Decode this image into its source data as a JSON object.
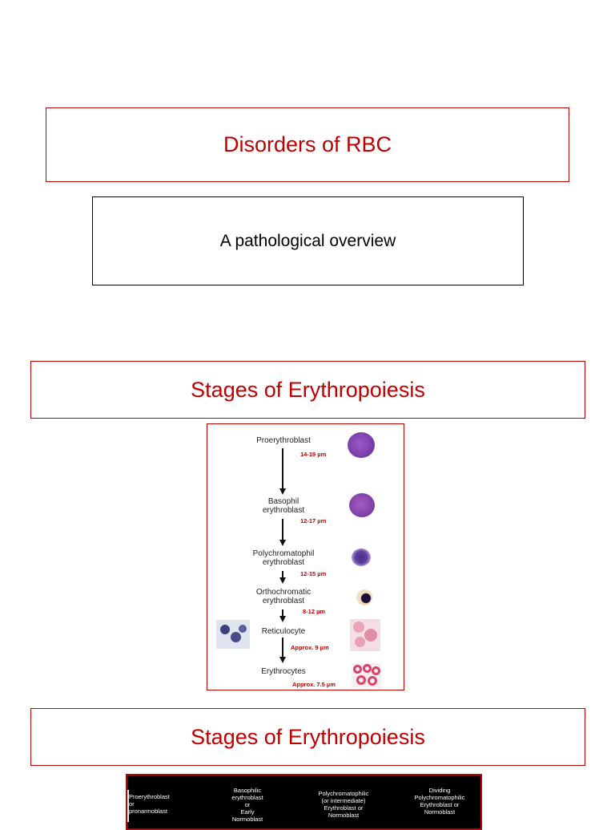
{
  "slide1": {
    "title": "Disorders of RBC",
    "subtitle": "A pathological overview"
  },
  "slide2": {
    "title": "Stages of Erythropoiesis",
    "stages": [
      {
        "name_line1": "Proerythroblast",
        "name_line2": "",
        "size": "14-19 µm"
      },
      {
        "name_line1": "Basophil",
        "name_line2": "erythroblast",
        "size": "12-17 µm"
      },
      {
        "name_line1": "Polychromatophil",
        "name_line2": "erythroblast",
        "size": "12-15 µm"
      },
      {
        "name_line1": "Orthochromatic",
        "name_line2": "erythroblast",
        "size": "8-12 µm"
      },
      {
        "name_line1": "Reticulocyte",
        "name_line2": "",
        "size": "Approx. 9 µm"
      },
      {
        "name_line1": "Erythrocytes",
        "name_line2": "",
        "size": "Approx. 7.5 µm"
      }
    ]
  },
  "slide3": {
    "title": "Stages of Erythropoiesis",
    "columns": [
      "Proerythroblast\nor\npronarmoblast",
      "Basophilic\nerythroblast\nor\nEarly\nNormoblast",
      "Polychromatophilic\n(or intermediate)\nErythroblast or\nNormoblast",
      "Dividing\nPolychromatophilic\nErythroblast or\nNormoblast"
    ]
  },
  "colors": {
    "accent": "#c00000",
    "cell_purple": "#7b3fa8",
    "rbc_pink": "#e58aa0"
  }
}
